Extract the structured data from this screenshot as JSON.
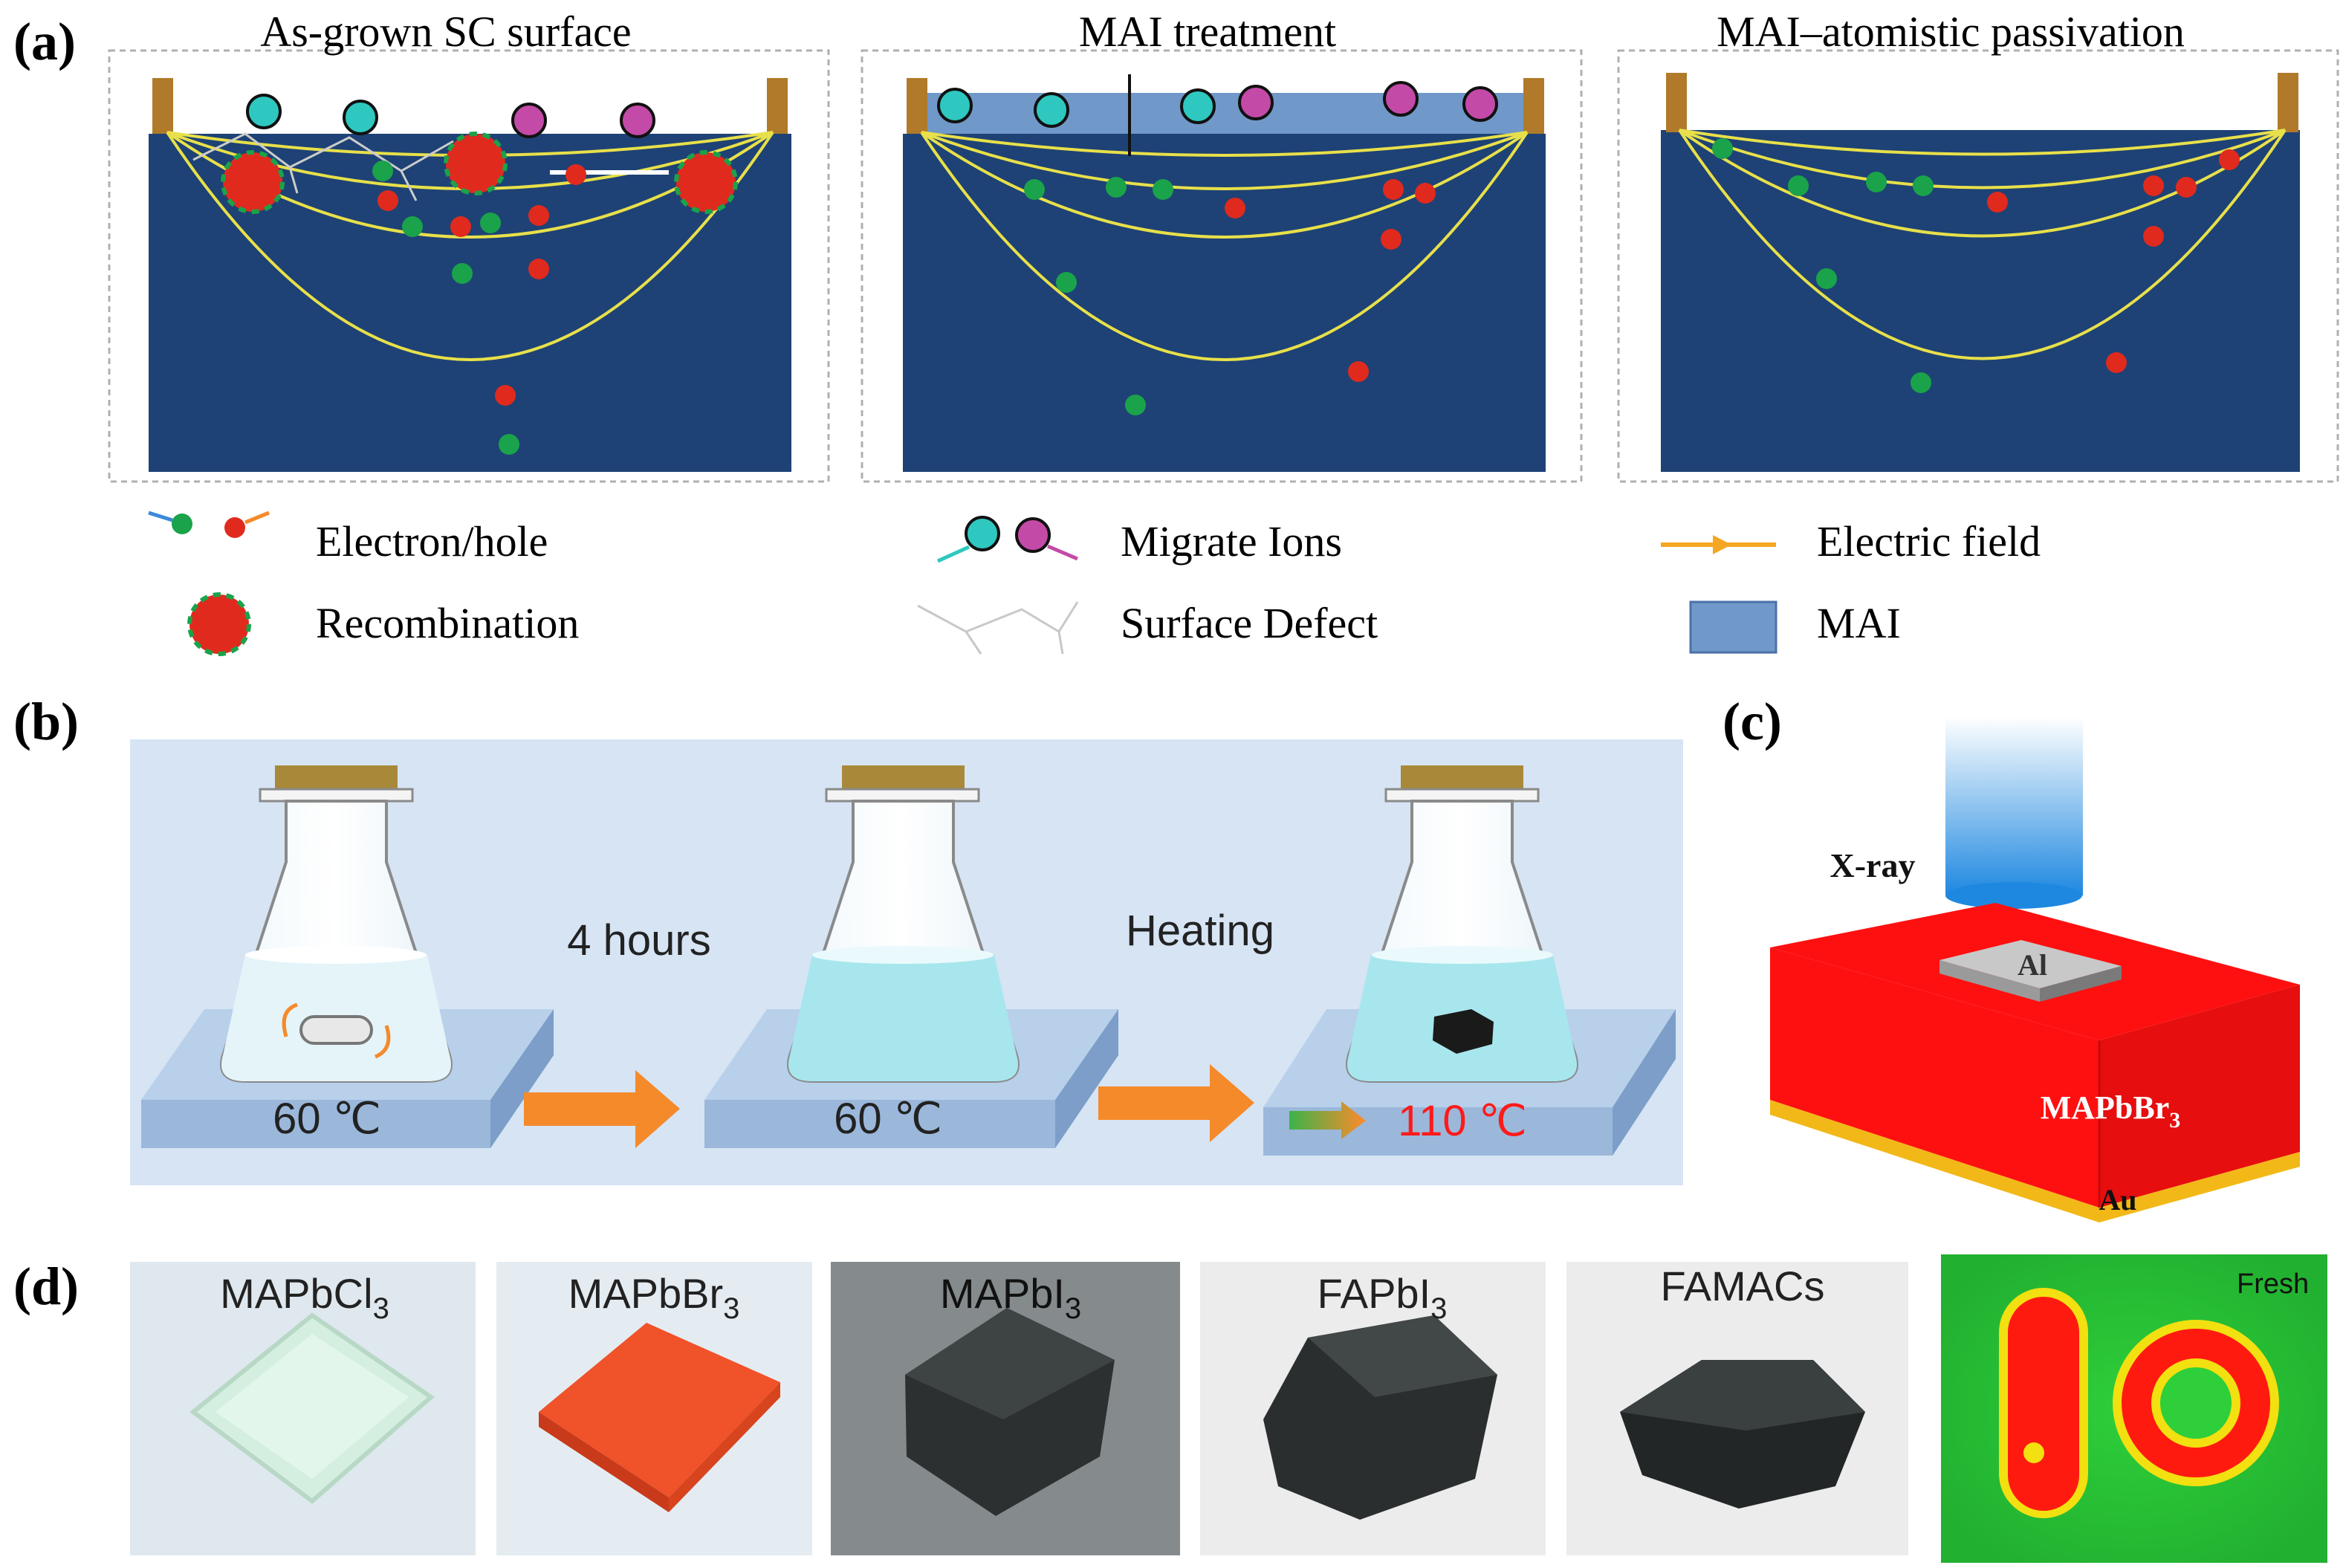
{
  "panel_a": {
    "letter": "(a)",
    "titles": [
      "As-grown SC surface",
      "MAI treatment",
      "MAI–atomistic passivation"
    ],
    "legend": {
      "electron_hole": "Electron/hole",
      "recombination": "Recombination",
      "migrate_ions": "Migrate Ions",
      "surface_defect": "Surface Defect",
      "electric_field": "Electric field",
      "mai": "MAI"
    }
  },
  "panel_b": {
    "letter": "(b)",
    "step1": "4 hours",
    "step2": "Heating",
    "temp1": "60 ℃",
    "temp2": "60 ℃",
    "temp3": "110 ℃"
  },
  "panel_c": {
    "letter": "(c)",
    "xray": "X-ray",
    "electrode_top": "Al",
    "crystal_base": "MAPbBr",
    "crystal_sub": "3",
    "electrode_bottom": "Au"
  },
  "panel_d": {
    "letter": "(d)",
    "samples": [
      {
        "base": "MAPbCl",
        "sub": "3"
      },
      {
        "base": "MAPbBr",
        "sub": "3"
      },
      {
        "base": "MAPbI",
        "sub": "3"
      },
      {
        "base": "FAPbI",
        "sub": "3"
      },
      {
        "base": "FAMACs",
        "sub": ""
      }
    ],
    "map_label": "Fresh"
  },
  "colors": {
    "crystal_blue": "#1e4275",
    "mai_blue": "#7098c8",
    "field_yellow": "#e8e04a",
    "electron_green": "#1aa34a",
    "hole_red": "#e02a1e",
    "ion_cyan": "#2ec8c0",
    "ion_magenta": "#c44aa8",
    "arrow_orange": "#f58a2a",
    "heat_red": "#ff1a1a",
    "bench_blue": "#b8d0ea",
    "solution_cyan": "#a8e6ee",
    "crystal_red": "#ff1010",
    "electrode_gold": "#f2b818"
  }
}
